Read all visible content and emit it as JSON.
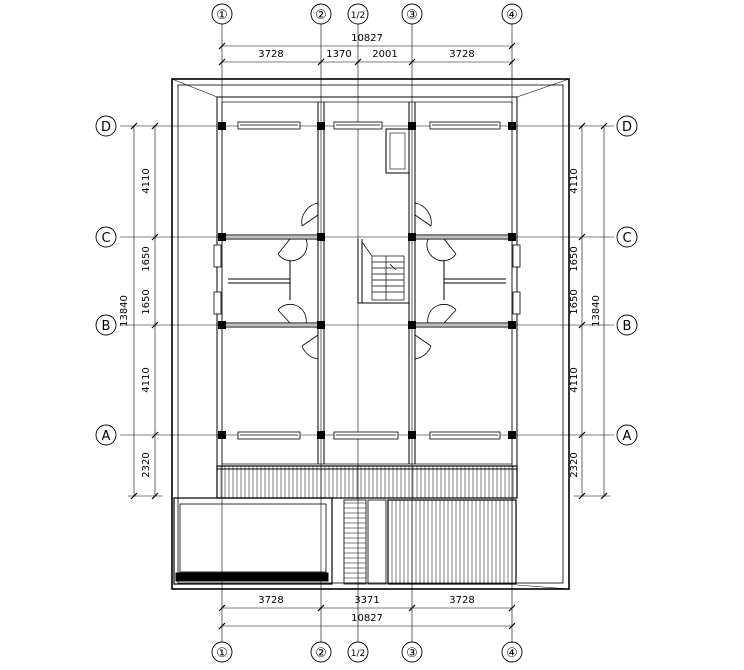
{
  "axes": {
    "columns": [
      "①",
      "②",
      "1/2",
      "③",
      "④"
    ],
    "rows": [
      "D",
      "C",
      "B",
      "A"
    ]
  },
  "dimensions": {
    "top_total": "10827",
    "top_segments": [
      "3728",
      "1370",
      "2001",
      "3728"
    ],
    "bottom_total": "10827",
    "bottom_segments": [
      "3728",
      "3371",
      "3728"
    ],
    "left_segments": [
      "4110",
      "1650",
      "1650",
      "4110",
      "2320"
    ],
    "left_total": "13840",
    "right_segments": [
      "4110",
      "1650",
      "1650",
      "4110",
      "2320"
    ],
    "right_total": "13840"
  }
}
